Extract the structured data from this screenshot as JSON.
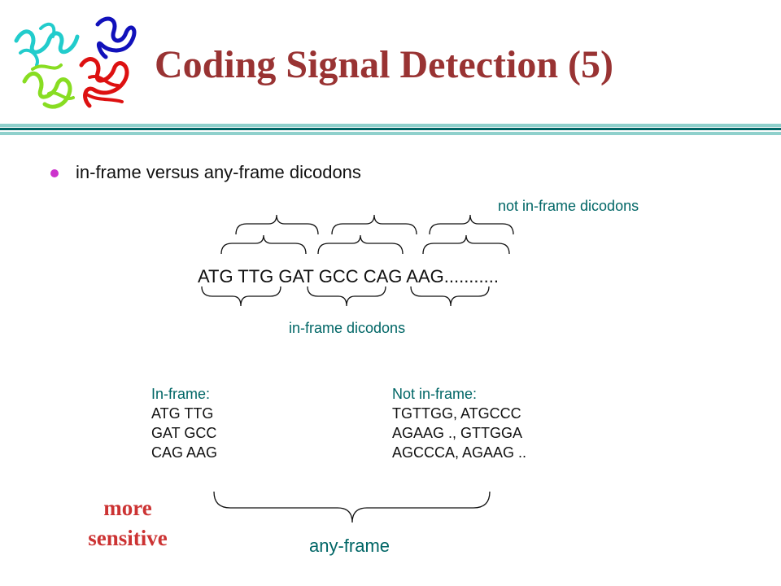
{
  "slide": {
    "title": "Coding Signal Detection (5)",
    "bullet": "in-frame versus any-frame dicodons",
    "not_inframe_label": "not in-frame dicodons",
    "sequence": "ATG TTG GAT GCC CAG AAG...........",
    "inframe_label": "in-frame dicodons",
    "inframe_column": {
      "heading": "In-frame:",
      "rows": [
        "ATG TTG",
        "GAT GCC",
        "CAG AAG"
      ]
    },
    "not_inframe_column": {
      "heading": "Not in-frame:",
      "rows": [
        "TGTTGG, ATGCCC",
        "AGAAG ., GTTGGA",
        "AGCCCA, AGAAG .."
      ]
    },
    "more_sensitive": [
      "more",
      "sensitive"
    ],
    "anyframe_label": "any-frame"
  },
  "colors": {
    "title": "#993333",
    "teal_text": "#006666",
    "bullet": "#cc33cc",
    "rule_dark": "#006666",
    "rule_light": "#8fd0cc",
    "emphasis": "#cc3333"
  },
  "icons": {
    "logo": "protein-structure-icon",
    "bullet": "bullet-dot-icon"
  }
}
